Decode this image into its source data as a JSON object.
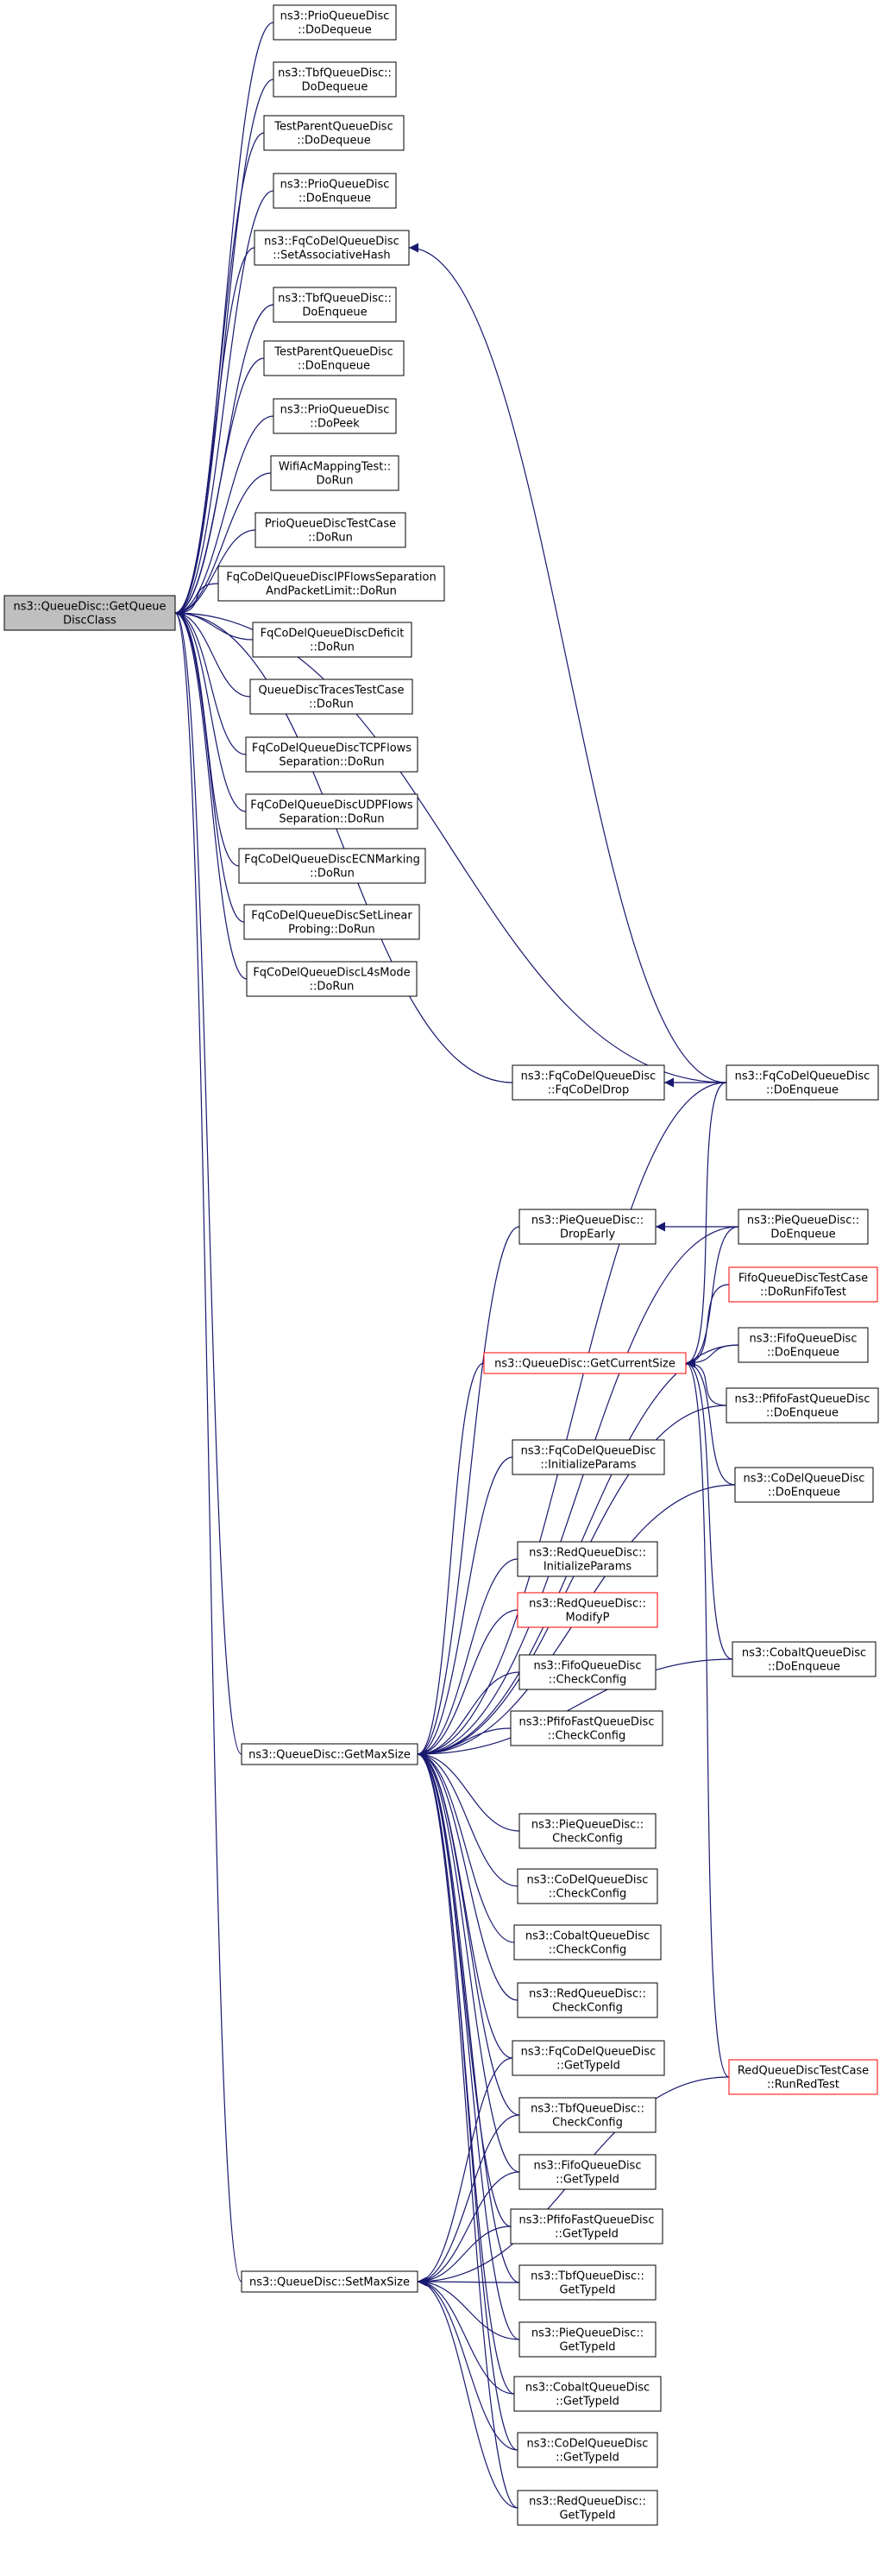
{
  "colors": {
    "edge": "#191970",
    "root_fill": "#bfbfbf",
    "highlight_border": "#ff0000"
  },
  "nodes": [
    {
      "id": "root",
      "lines": [
        "ns3::QueueDisc::GetQueue",
        "DiscClass"
      ],
      "style": "root"
    },
    {
      "id": "prio_deq",
      "lines": [
        "ns3::PrioQueueDisc",
        "::DoDequeue"
      ],
      "style": "normal"
    },
    {
      "id": "tbf_deq",
      "lines": [
        "ns3::TbfQueueDisc::",
        "DoDequeue"
      ],
      "style": "normal"
    },
    {
      "id": "tpq_deq",
      "lines": [
        "TestParentQueueDisc",
        "::DoDequeue"
      ],
      "style": "normal"
    },
    {
      "id": "prio_enq",
      "lines": [
        "ns3::PrioQueueDisc",
        "::DoEnqueue"
      ],
      "style": "normal"
    },
    {
      "id": "fq_sah",
      "lines": [
        "ns3::FqCoDelQueueDisc",
        "::SetAssociativeHash"
      ],
      "style": "normal"
    },
    {
      "id": "tbf_enq",
      "lines": [
        "ns3::TbfQueueDisc::",
        "DoEnqueue"
      ],
      "style": "normal"
    },
    {
      "id": "tpq_enq",
      "lines": [
        "TestParentQueueDisc",
        "::DoEnqueue"
      ],
      "style": "normal"
    },
    {
      "id": "prio_peek",
      "lines": [
        "ns3::PrioQueueDisc",
        "::DoPeek"
      ],
      "style": "normal"
    },
    {
      "id": "wifi",
      "lines": [
        "WifiAcMappingTest::",
        "DoRun"
      ],
      "style": "normal"
    },
    {
      "id": "prio_tc",
      "lines": [
        "PrioQueueDiscTestCase",
        "::DoRun"
      ],
      "style": "normal"
    },
    {
      "id": "fq_ipflows",
      "lines": [
        "FqCoDelQueueDiscIPFlowsSeparation",
        "AndPacketLimit::DoRun"
      ],
      "style": "normal"
    },
    {
      "id": "fq_deficit",
      "lines": [
        "FqCoDelQueueDiscDeficit",
        "::DoRun"
      ],
      "style": "normal"
    },
    {
      "id": "qd_traces",
      "lines": [
        "QueueDiscTracesTestCase",
        "::DoRun"
      ],
      "style": "normal"
    },
    {
      "id": "fq_tcp",
      "lines": [
        "FqCoDelQueueDiscTCPFlows",
        "Separation::DoRun"
      ],
      "style": "normal"
    },
    {
      "id": "fq_udp",
      "lines": [
        "FqCoDelQueueDiscUDPFlows",
        "Separation::DoRun"
      ],
      "style": "normal"
    },
    {
      "id": "fq_ecn",
      "lines": [
        "FqCoDelQueueDiscECNMarking",
        "::DoRun"
      ],
      "style": "normal"
    },
    {
      "id": "fq_linear",
      "lines": [
        "FqCoDelQueueDiscSetLinear",
        "Probing::DoRun"
      ],
      "style": "normal"
    },
    {
      "id": "fq_l4s",
      "lines": [
        "FqCoDelQueueDiscL4sMode",
        "::DoRun"
      ],
      "style": "normal"
    },
    {
      "id": "fq_drop",
      "lines": [
        "ns3::FqCoDelQueueDisc",
        "::FqCoDelDrop"
      ],
      "style": "normal"
    },
    {
      "id": "fq_enq",
      "lines": [
        "ns3::FqCoDelQueueDisc",
        "::DoEnqueue"
      ],
      "style": "normal"
    },
    {
      "id": "pie_drop",
      "lines": [
        "ns3::PieQueueDisc::",
        "DropEarly"
      ],
      "style": "normal"
    },
    {
      "id": "pie_enq",
      "lines": [
        "ns3::PieQueueDisc::",
        "DoEnqueue"
      ],
      "style": "normal"
    },
    {
      "id": "fifo_tc",
      "lines": [
        "FifoQueueDiscTestCase",
        "::DoRunFifoTest"
      ],
      "style": "red"
    },
    {
      "id": "getcursize",
      "lines": [
        "ns3::QueueDisc::GetCurrentSize"
      ],
      "style": "red"
    },
    {
      "id": "fifo_enq",
      "lines": [
        "ns3::FifoQueueDisc",
        "::DoEnqueue"
      ],
      "style": "normal"
    },
    {
      "id": "pfifo_enq",
      "lines": [
        "ns3::PfifoFastQueueDisc",
        "::DoEnqueue"
      ],
      "style": "normal"
    },
    {
      "id": "fq_init",
      "lines": [
        "ns3::FqCoDelQueueDisc",
        "::InitializeParams"
      ],
      "style": "normal"
    },
    {
      "id": "codel_enq",
      "lines": [
        "ns3::CoDelQueueDisc",
        "::DoEnqueue"
      ],
      "style": "normal"
    },
    {
      "id": "red_init",
      "lines": [
        "ns3::RedQueueDisc::",
        "InitializeParams"
      ],
      "style": "normal"
    },
    {
      "id": "red_modp",
      "lines": [
        "ns3::RedQueueDisc::",
        "ModifyP"
      ],
      "style": "red"
    },
    {
      "id": "cobalt_enq",
      "lines": [
        "ns3::CobaltQueueDisc",
        "::DoEnqueue"
      ],
      "style": "normal"
    },
    {
      "id": "fifo_cc",
      "lines": [
        "ns3::FifoQueueDisc",
        "::CheckConfig"
      ],
      "style": "normal"
    },
    {
      "id": "pfifo_cc",
      "lines": [
        "ns3::PfifoFastQueueDisc",
        "::CheckConfig"
      ],
      "style": "normal"
    },
    {
      "id": "getmaxsize",
      "lines": [
        "ns3::QueueDisc::GetMaxSize"
      ],
      "style": "normal"
    },
    {
      "id": "pie_cc",
      "lines": [
        "ns3::PieQueueDisc::",
        "CheckConfig"
      ],
      "style": "normal"
    },
    {
      "id": "codel_cc",
      "lines": [
        "ns3::CoDelQueueDisc",
        "::CheckConfig"
      ],
      "style": "normal"
    },
    {
      "id": "cobalt_cc",
      "lines": [
        "ns3::CobaltQueueDisc",
        "::CheckConfig"
      ],
      "style": "normal"
    },
    {
      "id": "red_cc",
      "lines": [
        "ns3::RedQueueDisc::",
        "CheckConfig"
      ],
      "style": "normal"
    },
    {
      "id": "fq_gti",
      "lines": [
        "ns3::FqCoDelQueueDisc",
        "::GetTypeId"
      ],
      "style": "normal"
    },
    {
      "id": "tbf_cc",
      "lines": [
        "ns3::TbfQueueDisc::",
        "CheckConfig"
      ],
      "style": "normal"
    },
    {
      "id": "red_tc",
      "lines": [
        "RedQueueDiscTestCase",
        "::RunRedTest"
      ],
      "style": "red"
    },
    {
      "id": "fifo_gti",
      "lines": [
        "ns3::FifoQueueDisc",
        "::GetTypeId"
      ],
      "style": "normal"
    },
    {
      "id": "pfifo_gti",
      "lines": [
        "ns3::PfifoFastQueueDisc",
        "::GetTypeId"
      ],
      "style": "normal"
    },
    {
      "id": "setmaxsize",
      "lines": [
        "ns3::QueueDisc::SetMaxSize"
      ],
      "style": "normal"
    },
    {
      "id": "tbf_gti",
      "lines": [
        "ns3::TbfQueueDisc::",
        "GetTypeId"
      ],
      "style": "normal"
    },
    {
      "id": "pie_gti",
      "lines": [
        "ns3::PieQueueDisc::",
        "GetTypeId"
      ],
      "style": "normal"
    },
    {
      "id": "cobalt_gti",
      "lines": [
        "ns3::CobaltQueueDisc",
        "::GetTypeId"
      ],
      "style": "normal"
    },
    {
      "id": "codel_gti",
      "lines": [
        "ns3::CoDelQueueDisc",
        "::GetTypeId"
      ],
      "style": "normal"
    },
    {
      "id": "red_gti",
      "lines": [
        "ns3::RedQueueDisc::",
        "GetTypeId"
      ],
      "style": "normal"
    }
  ],
  "edges": [
    [
      "prio_deq",
      "root"
    ],
    [
      "tbf_deq",
      "root"
    ],
    [
      "tpq_deq",
      "root"
    ],
    [
      "prio_enq",
      "root"
    ],
    [
      "fq_sah",
      "root"
    ],
    [
      "tbf_enq",
      "root"
    ],
    [
      "tpq_enq",
      "root"
    ],
    [
      "prio_peek",
      "root"
    ],
    [
      "wifi",
      "root"
    ],
    [
      "prio_tc",
      "root"
    ],
    [
      "fq_ipflows",
      "root"
    ],
    [
      "fq_deficit",
      "root"
    ],
    [
      "qd_traces",
      "root"
    ],
    [
      "fq_tcp",
      "root"
    ],
    [
      "fq_udp",
      "root"
    ],
    [
      "fq_ecn",
      "root"
    ],
    [
      "fq_linear",
      "root"
    ],
    [
      "fq_l4s",
      "root"
    ],
    [
      "fq_enq",
      "root"
    ],
    [
      "fq_drop",
      "root"
    ],
    [
      "getmaxsize",
      "root"
    ],
    [
      "setmaxsize",
      "root"
    ],
    [
      "fq_enq",
      "fq_sah"
    ],
    [
      "fq_enq",
      "fq_drop"
    ],
    [
      "pie_enq",
      "pie_drop"
    ],
    [
      "fq_enq",
      "getcursize"
    ],
    [
      "pie_enq",
      "getcursize"
    ],
    [
      "fifo_tc",
      "getcursize"
    ],
    [
      "fifo_enq",
      "getcursize"
    ],
    [
      "pfifo_enq",
      "getcursize"
    ],
    [
      "codel_enq",
      "getcursize"
    ],
    [
      "cobalt_enq",
      "getcursize"
    ],
    [
      "red_tc",
      "getcursize"
    ],
    [
      "fq_enq",
      "getmaxsize"
    ],
    [
      "pie_drop",
      "getmaxsize"
    ],
    [
      "pie_enq",
      "getmaxsize"
    ],
    [
      "getcursize",
      "getmaxsize"
    ],
    [
      "fifo_enq",
      "getmaxsize"
    ],
    [
      "pfifo_enq",
      "getmaxsize"
    ],
    [
      "fq_init",
      "getmaxsize"
    ],
    [
      "codel_enq",
      "getmaxsize"
    ],
    [
      "red_init",
      "getmaxsize"
    ],
    [
      "red_modp",
      "getmaxsize"
    ],
    [
      "fifo_cc",
      "getmaxsize"
    ],
    [
      "pfifo_cc",
      "getmaxsize"
    ],
    [
      "cobalt_enq",
      "getmaxsize"
    ],
    [
      "pie_cc",
      "getmaxsize"
    ],
    [
      "codel_cc",
      "getmaxsize"
    ],
    [
      "cobalt_cc",
      "getmaxsize"
    ],
    [
      "red_cc",
      "getmaxsize"
    ],
    [
      "fq_gti",
      "getmaxsize"
    ],
    [
      "tbf_cc",
      "getmaxsize"
    ],
    [
      "fifo_gti",
      "getmaxsize"
    ],
    [
      "pfifo_gti",
      "getmaxsize"
    ],
    [
      "tbf_gti",
      "getmaxsize"
    ],
    [
      "pie_gti",
      "getmaxsize"
    ],
    [
      "cobalt_gti",
      "getmaxsize"
    ],
    [
      "codel_gti",
      "getmaxsize"
    ],
    [
      "red_gti",
      "getmaxsize"
    ],
    [
      "fq_gti",
      "setmaxsize"
    ],
    [
      "tbf_cc",
      "setmaxsize"
    ],
    [
      "fifo_gti",
      "setmaxsize"
    ],
    [
      "pfifo_gti",
      "setmaxsize"
    ],
    [
      "tbf_gti",
      "setmaxsize"
    ],
    [
      "pie_gti",
      "setmaxsize"
    ],
    [
      "cobalt_gti",
      "setmaxsize"
    ],
    [
      "codel_gti",
      "setmaxsize"
    ],
    [
      "red_gti",
      "setmaxsize"
    ],
    [
      "red_tc",
      "setmaxsize"
    ]
  ]
}
